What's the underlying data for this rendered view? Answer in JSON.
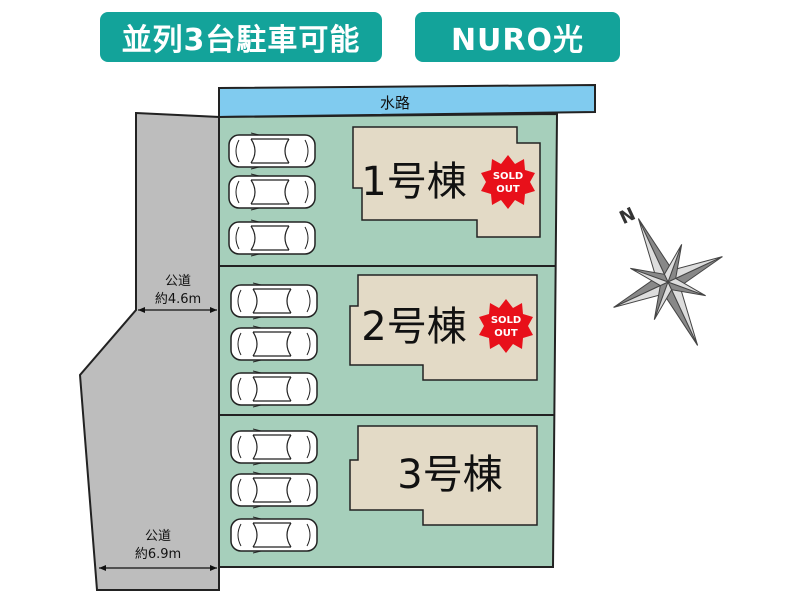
{
  "badges": {
    "parking": "並列3台駐車可能",
    "internet": "NURO光"
  },
  "waterway": "水路",
  "lots": [
    {
      "label": "1号棟",
      "sold_out": true
    },
    {
      "label": "2号棟",
      "sold_out": true
    },
    {
      "label": "3号棟",
      "sold_out": false
    }
  ],
  "sold_out_label": [
    "SOLD",
    "OUT"
  ],
  "roads": [
    {
      "label": "公道",
      "width": "約4.6m"
    },
    {
      "label": "公道",
      "width": "約6.9m"
    }
  ],
  "compass": {
    "north": "N"
  },
  "colors": {
    "badge": "#13a39a",
    "water": "#80cbef",
    "lot": "#a6cfbb",
    "building": "#e3dac6",
    "road": "#bdbdbd",
    "sold": "#e8101a"
  }
}
